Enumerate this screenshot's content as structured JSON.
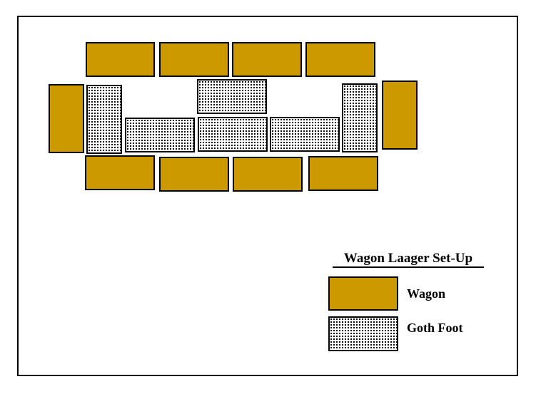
{
  "legend": {
    "title": "Wagon Laager Set-Up",
    "items": [
      {
        "label": "Wagon",
        "color": "#cc9900",
        "pattern": "solid"
      },
      {
        "label": "Goth Foot",
        "color": "#000000",
        "pattern": "crosshatch"
      }
    ]
  },
  "colors": {
    "wagon": "#cc9900",
    "border": "#000000",
    "background": "#ffffff"
  }
}
